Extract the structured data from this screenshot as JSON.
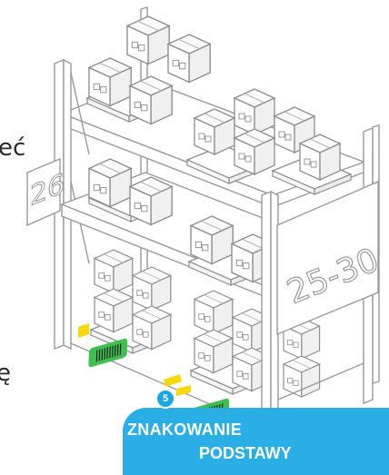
{
  "labels": {
    "left_sign": "26",
    "right_sign": "25-30",
    "fragment_top": "eć",
    "fragment_bottom": "ę"
  },
  "step": {
    "number": "5",
    "title": "ZNAKOWANIE",
    "title_line2": "PODSTAWY"
  },
  "colors": {
    "accent_blue": "#29aee6",
    "marker_yellow": "#f5d90a",
    "scanner_green": "#3fbf50",
    "outline_gray": "#9a9a9a"
  }
}
